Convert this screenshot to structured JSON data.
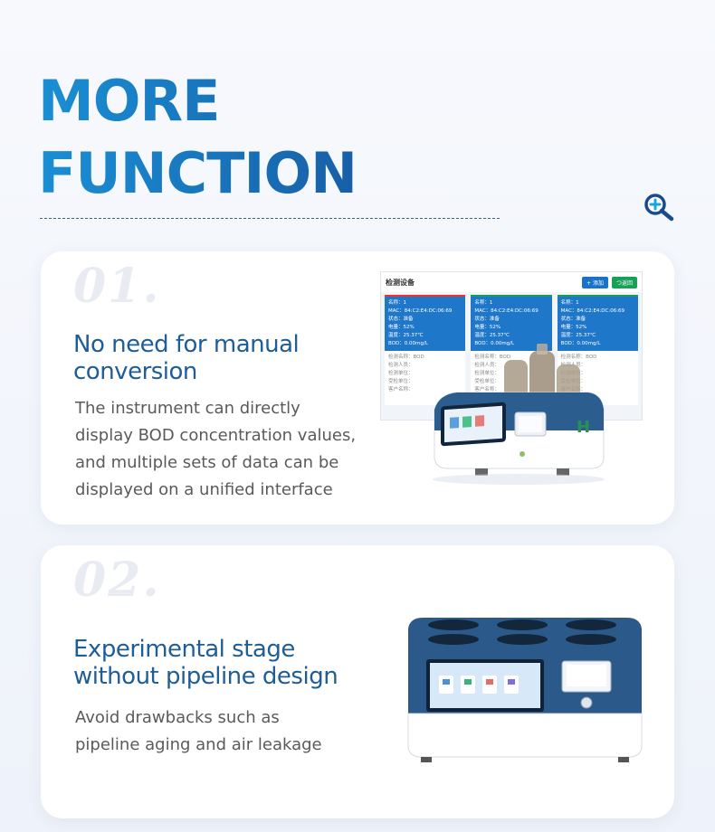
{
  "hero": {
    "line1": "MORE",
    "line2": "FUNCTION"
  },
  "icons": {
    "zoom": "zoom-in-icon"
  },
  "colors": {
    "title_blue": "#1f5d96",
    "accent_blue": "#1a8fd4",
    "text_gray": "#5a5a5a"
  },
  "cards": [
    {
      "number": "01.",
      "title_line1": "No need for manual",
      "title_line2": "conversion",
      "desc_lines": [
        "The instrument can directly",
        "display BOD concentration values,",
        "and multiple sets of data can be",
        "displayed on a unified interface"
      ],
      "screen": {
        "title": "检测设备",
        "add_label": "+ 添加",
        "back_label": "つ返回",
        "devices": [
          {
            "name": "名称：1",
            "mac": "MAC：84:C2:E4:DC:06:69",
            "status": "状态：准备",
            "power": "电量：52%",
            "temp": "温度：25.37℃",
            "bod": "BOD：0.00mg/L",
            "info1": "检测名称：BOD",
            "info2": "检测人员：",
            "info3": "检测单位：",
            "info4": "受检单位：",
            "info5": "客户名称："
          },
          {
            "name": "名称：1",
            "mac": "MAC：84:C2:E4:DC:06:69",
            "status": "状态：准备",
            "power": "电量：52%",
            "temp": "温度：25.37℃",
            "bod": "BOD：0.00mg/L",
            "info1": "检测名称：BOD",
            "info2": "检测人员：",
            "info3": "检测单位：",
            "info4": "受检单位：",
            "info5": "客户名称："
          },
          {
            "name": "名称：1",
            "mac": "MAC：84:C2:E4:DC:06:69",
            "status": "状态：准备",
            "power": "电量：52%",
            "temp": "温度：25.37℃",
            "bod": "BOD：0.00mg/L",
            "info1": "检测名称：BOD",
            "info2": "检测人员：",
            "info3": "检测单位：",
            "info4": "受检单位：",
            "info5": "客户名称："
          }
        ]
      }
    },
    {
      "number": "02.",
      "title_line1": "Experimental stage",
      "title_line2": "without pipeline design",
      "desc_lines": [
        "Avoid drawbacks such as",
        "pipeline aging and air leakage"
      ]
    }
  ]
}
